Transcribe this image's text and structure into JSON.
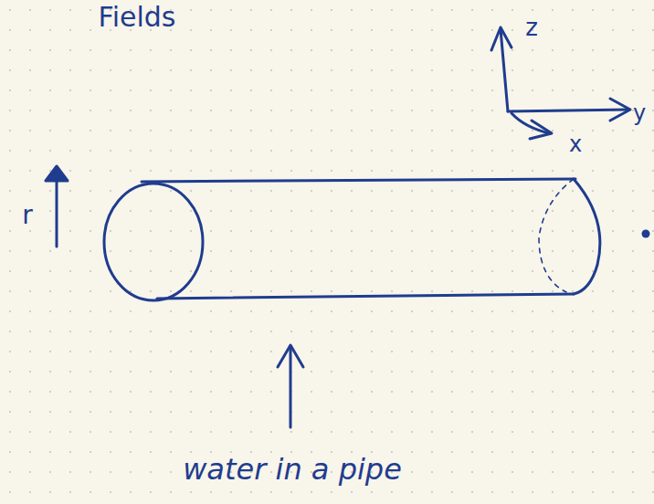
{
  "diagram": {
    "labels": [
      "Fields",
      "z",
      "y",
      "x",
      "r",
      "water in a pipe"
    ]
  }
}
